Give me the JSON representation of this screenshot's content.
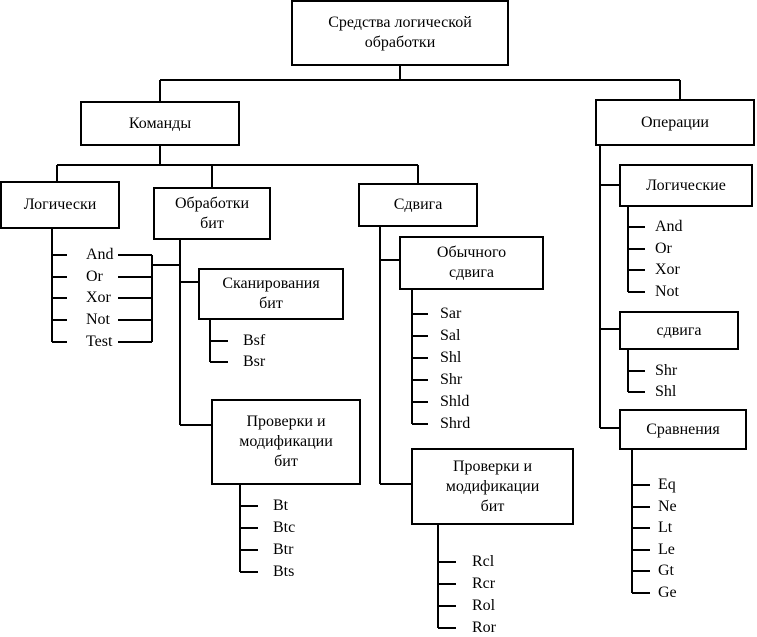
{
  "root": {
    "label": "Средства логической\nобработки"
  },
  "commands": {
    "label": "Команды",
    "logical": {
      "label": "Логически",
      "items": [
        "And",
        "Or",
        "Xor",
        "Not",
        "Test"
      ]
    },
    "bit_processing": {
      "label": "Обработки\nбит",
      "scan": {
        "label": "Сканирования\nбит",
        "items": [
          "Bsf",
          "Bsr"
        ]
      },
      "check": {
        "label": "Проверки и\nмодификации\nбит",
        "items": [
          "Bt",
          "Btc",
          "Btr",
          "Bts"
        ]
      }
    },
    "shift": {
      "label": "Сдвига",
      "ordinary": {
        "label": "Обычного\nсдвига",
        "items": [
          "Sar",
          "Sal",
          "Shl",
          "Shr",
          "Shld",
          "Shrd"
        ]
      },
      "check": {
        "label": "Проверки и\nмодификации\nбит",
        "items": [
          "Rcl",
          "Rcr",
          "Rol",
          "Ror"
        ]
      }
    }
  },
  "operations": {
    "label": "Операции",
    "logical": {
      "label": "Логические",
      "items": [
        "And",
        "Or",
        "Xor",
        "Not"
      ]
    },
    "shift": {
      "label": "сдвига",
      "items": [
        "Shr",
        "Shl"
      ]
    },
    "compare": {
      "label": "Сравнения",
      "items": [
        "Eq",
        "Ne",
        "Lt",
        "Le",
        "Gt",
        "Ge"
      ]
    }
  }
}
